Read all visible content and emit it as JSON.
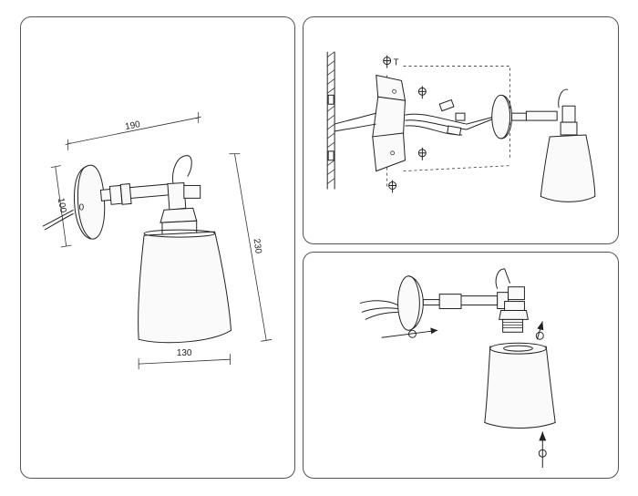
{
  "dimensions": {
    "width": "190",
    "depth": "100",
    "height": "230",
    "shade_diameter": "130"
  },
  "panels": [
    {
      "id": "dimensions-view"
    },
    {
      "id": "wall-mounting-view"
    },
    {
      "id": "shade-assembly-view"
    }
  ]
}
